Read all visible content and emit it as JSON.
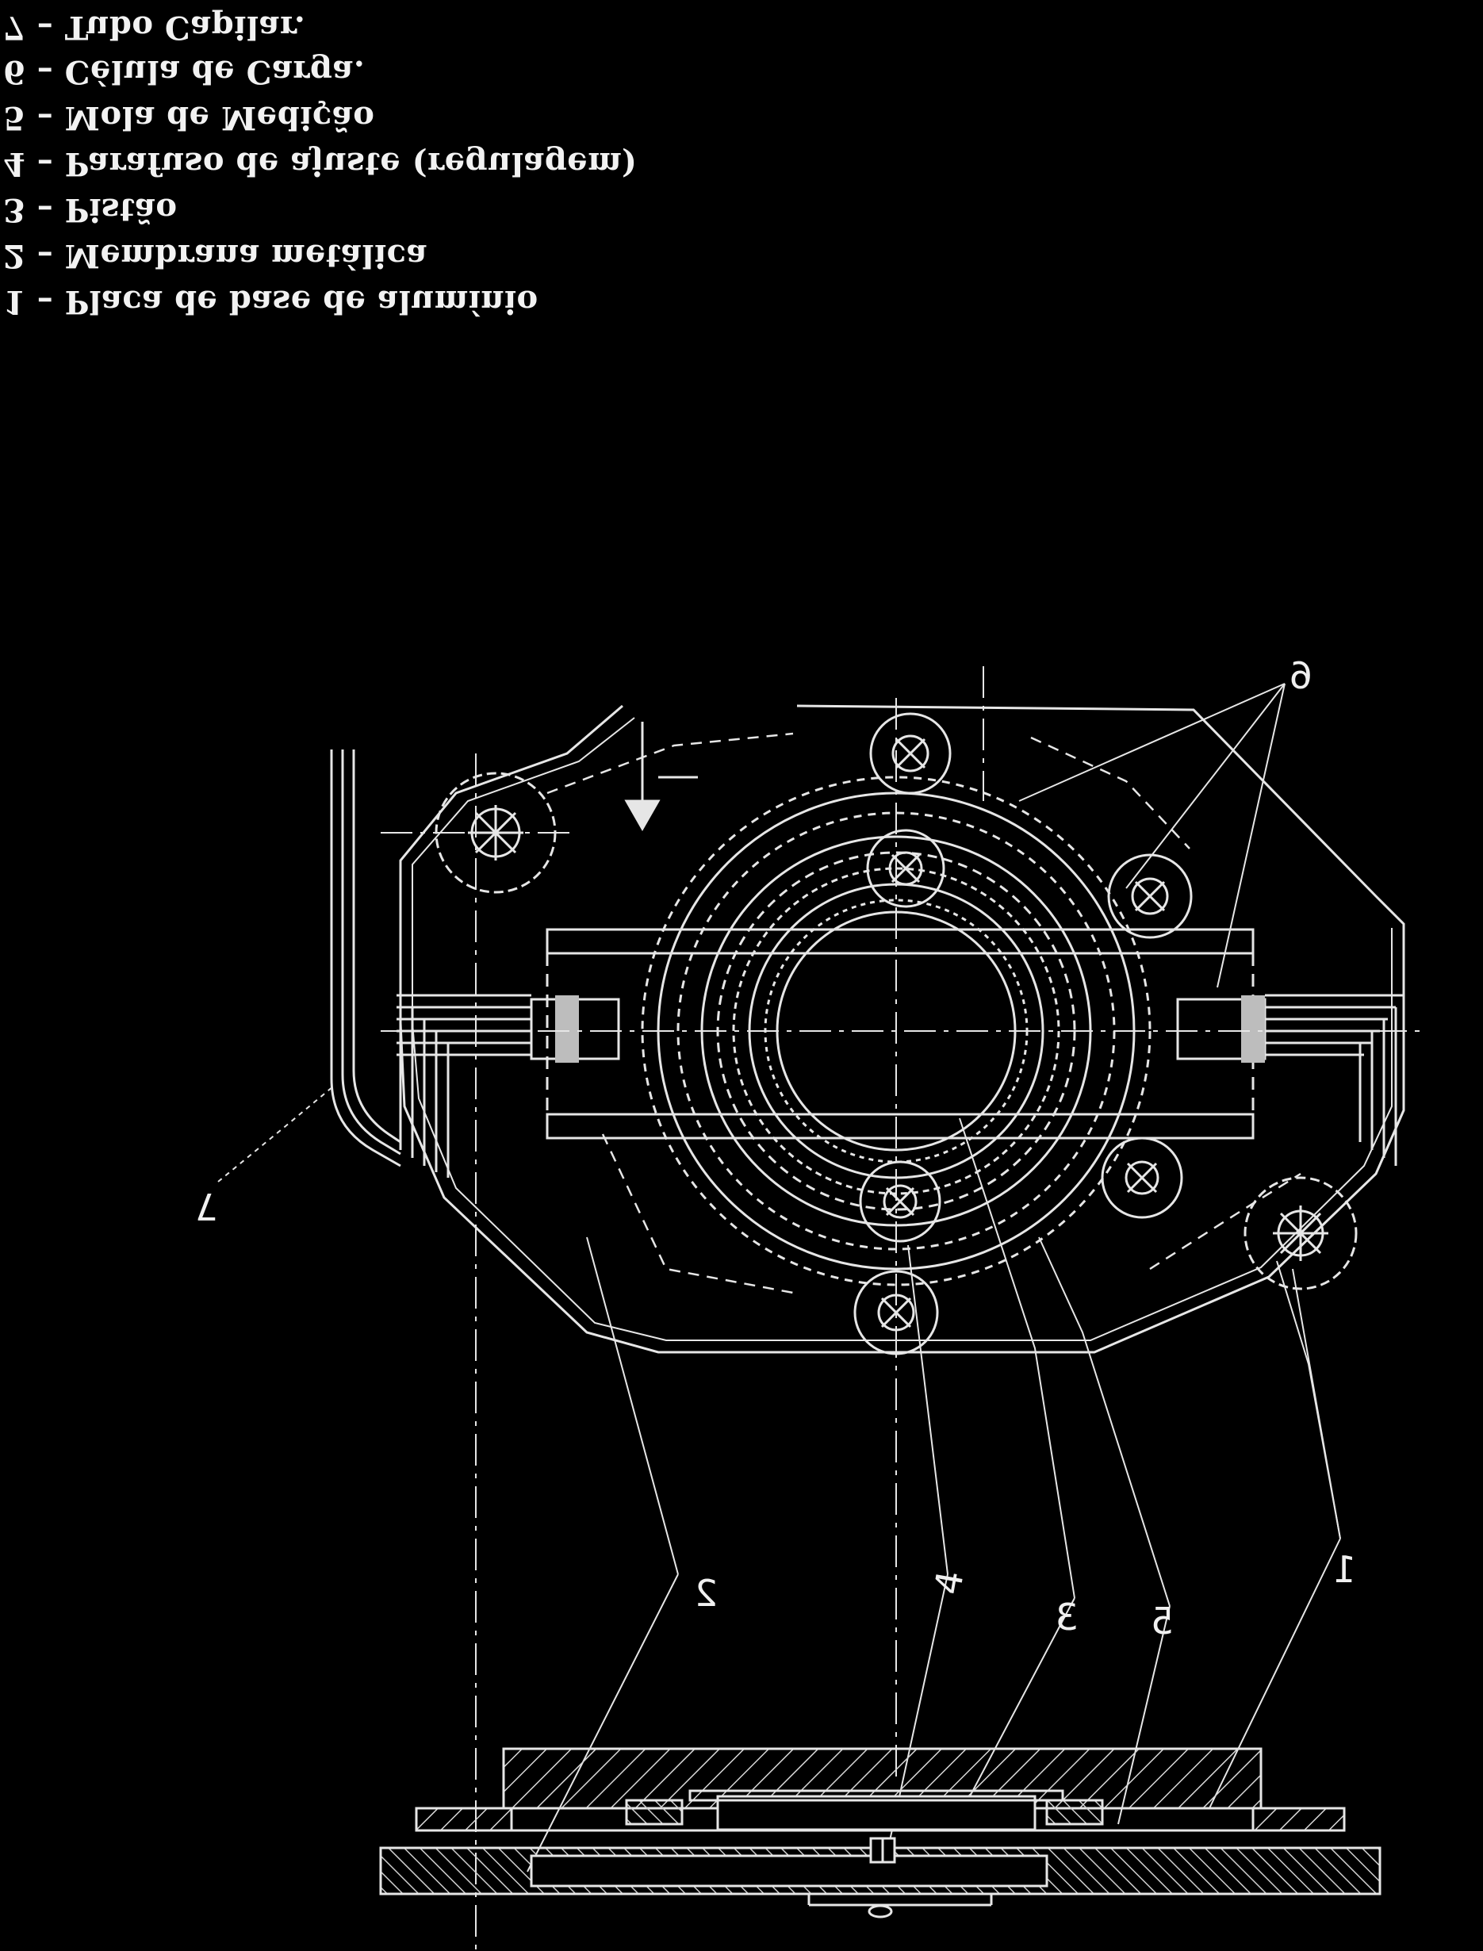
{
  "legend": {
    "items": [
      {
        "label": "7 – Tubo Capilar."
      },
      {
        "label": "6 – Célula de Carga."
      },
      {
        "label": "5 – Mola de Medição"
      },
      {
        "label": "4 – Parafuso de ajuste (regulagem)"
      },
      {
        "label": "3 – Pistão"
      },
      {
        "label": "2 – Membrana metálica"
      },
      {
        "label": "1 – Placa de base de alumínio"
      }
    ]
  },
  "callouts": {
    "c1": "1",
    "c2": "2",
    "c3": "3",
    "c4": "4",
    "c5": "5",
    "c6": "6",
    "c7": "7"
  },
  "colors": {
    "background": "#000000",
    "line": "#e8e8e8"
  }
}
